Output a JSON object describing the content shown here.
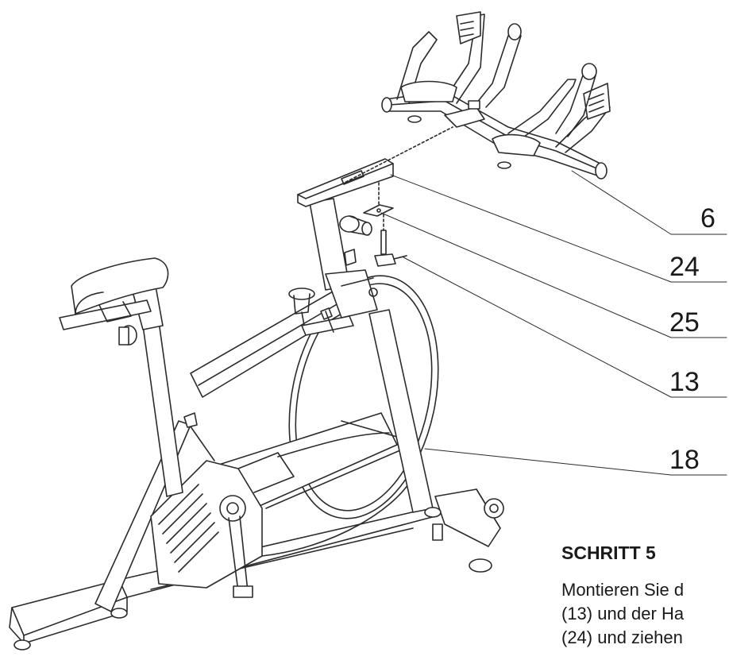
{
  "part_labels": [
    {
      "id": "6",
      "text": "6"
    },
    {
      "id": "24",
      "text": "24"
    },
    {
      "id": "25",
      "text": "25"
    },
    {
      "id": "13",
      "text": "13"
    },
    {
      "id": "18",
      "text": "18"
    }
  ],
  "instructions": {
    "title": "SCHRITT 5",
    "lines": [
      "Montieren Sie d",
      "(13) und der Ha",
      "(24) und ziehen"
    ]
  },
  "colors": {
    "line": "#2b2b2b",
    "background": "#ffffff",
    "text": "#1a1a1a"
  }
}
